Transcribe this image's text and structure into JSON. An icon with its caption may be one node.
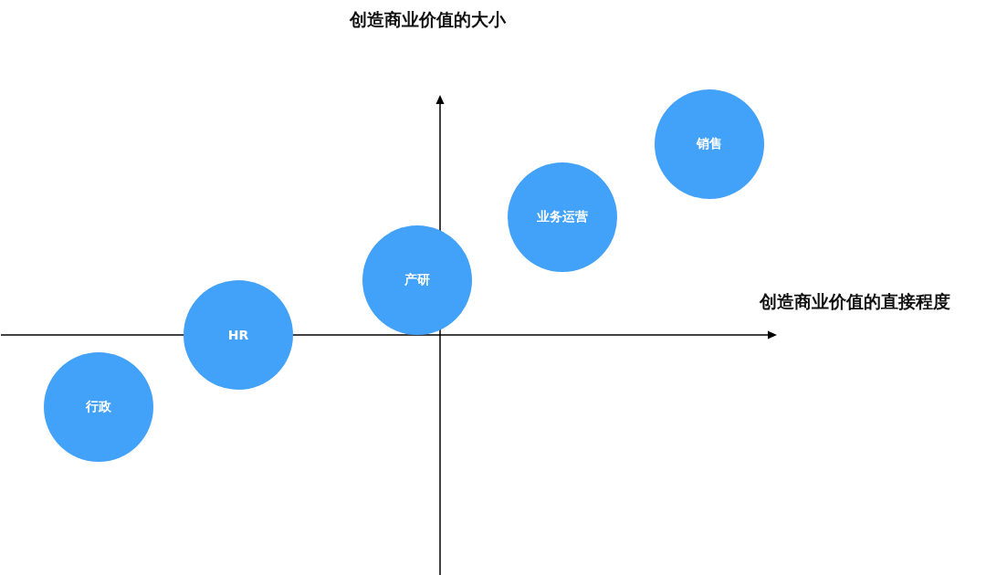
{
  "diagram": {
    "nodes": [
      {
        "text": [
          "行政"
        ]
      },
      {
        "text": [
          "HR"
        ]
      },
      {
        "text": [
          "产研"
        ]
      },
      {
        "text": [
          "业务运营"
        ]
      },
      {
        "text": [
          "销售"
        ]
      }
    ],
    "labels": [
      "创造商业价值的大小",
      "创造商业价值的直接程度"
    ]
  }
}
